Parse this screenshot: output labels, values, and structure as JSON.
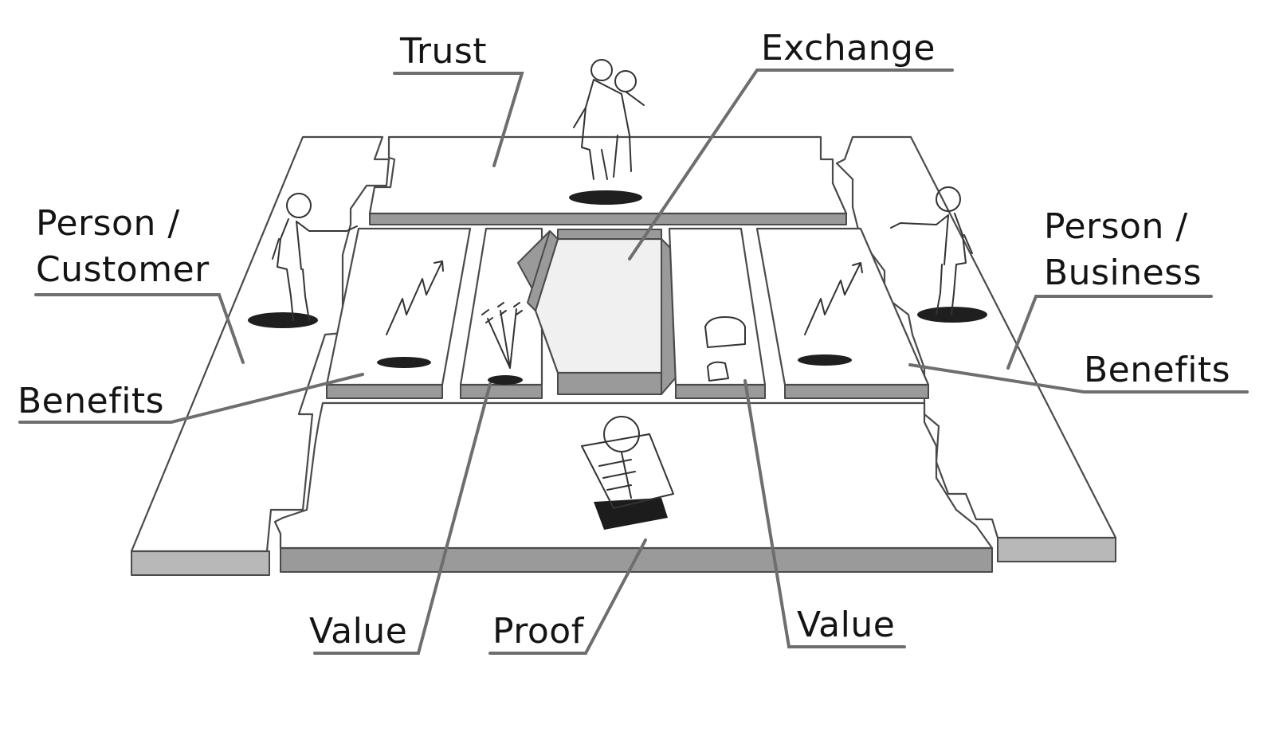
{
  "labels": {
    "trust": "Trust",
    "exchange": "Exchange",
    "person_customer_line1": "Person /",
    "person_customer_line2": "Customer",
    "person_business_line1": "Person /",
    "person_business_line2": "Business",
    "benefits_left": "Benefits",
    "benefits_right": "Benefits",
    "value_left": "Value",
    "proof": "Proof",
    "value_right": "Value"
  },
  "colors": {
    "ink": "#141414",
    "leader": "#6e6e6e",
    "panel_top": "#ffffff",
    "panel_side": "#9a9a9a"
  },
  "icons": [
    "person-figure",
    "handshake-figures",
    "growth-arrow",
    "wheat",
    "bread",
    "magnifier-document"
  ]
}
